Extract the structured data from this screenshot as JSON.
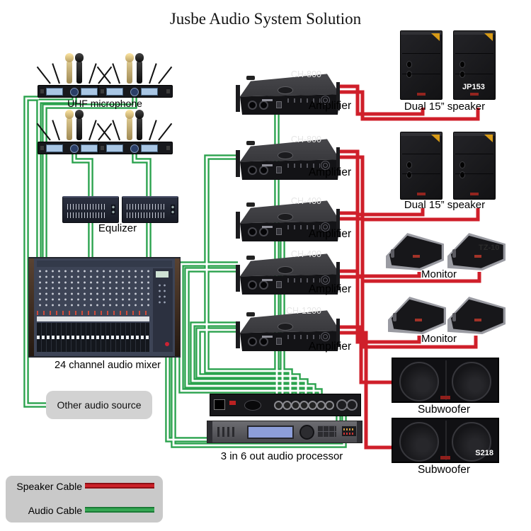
{
  "title": "Jusbe Audio System Solution",
  "colors": {
    "audio_cable": "#2aa24d",
    "speaker_cable": "#cf1f2a"
  },
  "sources": {
    "uhf_label": "UHF microphone",
    "equalizer_label": "Equlizer",
    "mixer_label": "24 channel audio mixer",
    "other_source_label": "Other audio source"
  },
  "amplifiers": [
    {
      "model": "CH-800",
      "label": "Amplifier"
    },
    {
      "model": "CH-800",
      "label": "Amplifier"
    },
    {
      "model": "CH-400",
      "label": "Amplifier"
    },
    {
      "model": "CH-400",
      "label": "Amplifier"
    },
    {
      "model": "CH-1200",
      "label": "Amplifier"
    }
  ],
  "speakers": {
    "dual15_pair1_label": "Dual 15” speaker",
    "dual15_pair2_label": "Dual 15” speaker",
    "jp153_badge": "JP153",
    "monitor1_label": "Monitor",
    "monitor2_label": "Monitor",
    "tz10_badge": "TZ-10",
    "subwoofer1_label": "Subwoofer",
    "subwoofer2_label": "Subwoofer",
    "s218_badge": "S218"
  },
  "processor_label": "3 in 6 out audio processor",
  "legend": {
    "speaker_cable": "Speaker Cable",
    "audio_cable": "Audio Cable"
  }
}
